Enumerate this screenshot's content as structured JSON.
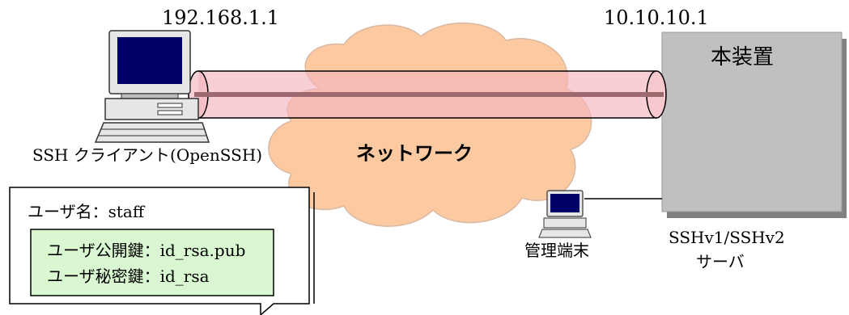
{
  "diagram": {
    "client_ip": "192.168.1.1",
    "server_ip": "10.10.10.1",
    "device_label": "本装置",
    "client_label": "SSH クライアント(OpenSSH)",
    "network_label": "ネットワーク",
    "user_label": "ユーザ名：staff",
    "public_key_label": "ユーザ公開鍵：id_rsa.pub",
    "private_key_label": "ユーザ秘密鍵：id_rsa",
    "terminal_label": "管理端末",
    "server_label_line1": "SSHv1/SSHv2",
    "server_label_line2": "サーバ"
  },
  "colors": {
    "cloud": "#fcc9a0",
    "tunnel": "#f8c8cf",
    "tunnel_line": "#9c6a6e",
    "device": "#c0c0c0",
    "key_box": "#d9f7d0"
  }
}
